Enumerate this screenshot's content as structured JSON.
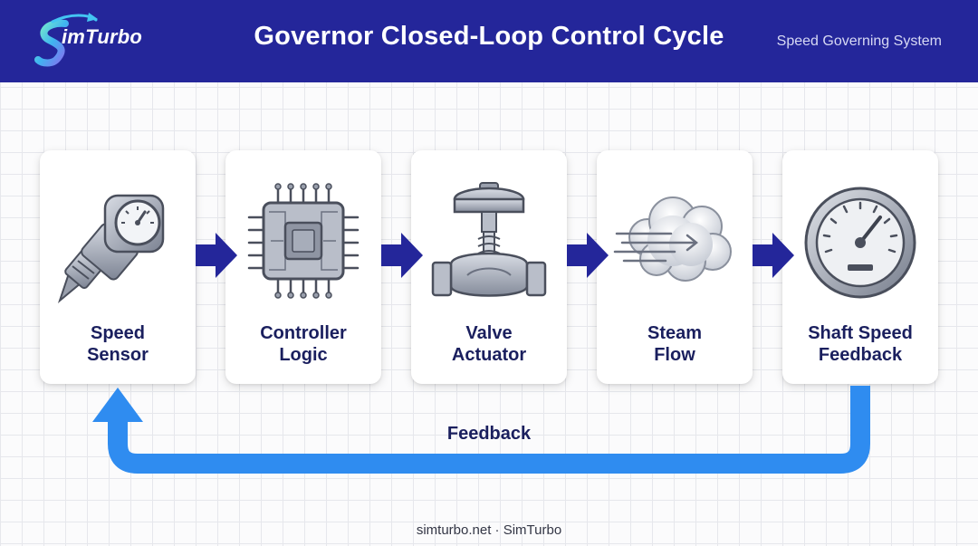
{
  "header": {
    "logo_text": "imTurbo",
    "title": "Governor Closed-Loop Control Cycle",
    "subtitle": "Speed Governing System"
  },
  "steps": [
    {
      "line1": "Speed",
      "line2": "Sensor",
      "icon": "speed-sensor-icon"
    },
    {
      "line1": "Controller",
      "line2": "Logic",
      "icon": "microchip-icon"
    },
    {
      "line1": "Valve",
      "line2": "Actuator",
      "icon": "valve-icon"
    },
    {
      "line1": "Steam",
      "line2": "Flow",
      "icon": "steam-cloud-icon"
    },
    {
      "line1": "Shaft Speed",
      "line2": "Feedback",
      "icon": "speed-gauge-icon"
    }
  ],
  "feedback": {
    "label": "Feedback"
  },
  "footer": {
    "text": "simturbo.net · SimTurbo"
  },
  "colors": {
    "header_bg": "#24269a",
    "arrow": "#24269a",
    "feedback_loop": "#2f8cf0",
    "label_text": "#1a1f5e"
  }
}
